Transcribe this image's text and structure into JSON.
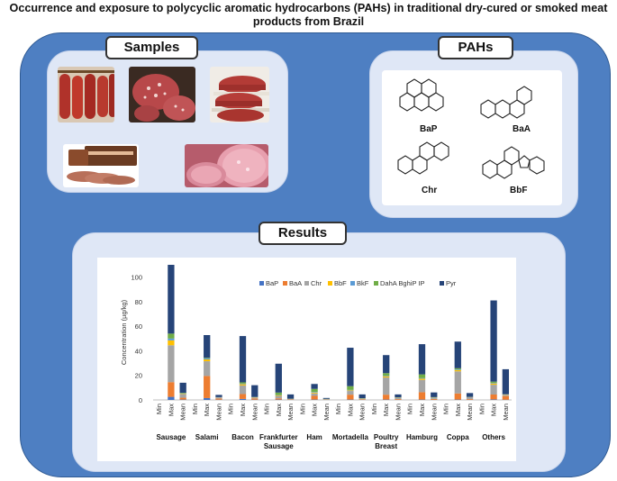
{
  "title": "Occurrence and exposure to polycyclic aromatic hydrocarbons (PAHs) in traditional dry-cured or smoked meat products from Brazil",
  "samples_label": "Samples",
  "pahs_label": "PAHs",
  "results_label": "Results",
  "pahs": [
    "BaP",
    "BaA",
    "Chr",
    "BbF"
  ],
  "colors": {
    "outer": "#4e7fc2",
    "panel": "#dfe7f6"
  },
  "chart_data": {
    "type": "bar",
    "stacked": true,
    "ylabel": "Concentration (µg/kg)",
    "ylim": [
      0,
      110
    ],
    "yticks": [
      0,
      20,
      40,
      60,
      80,
      100
    ],
    "legend_position": "top-right",
    "groups": [
      "Sausage",
      "Salami",
      "Bacon",
      "Frankfurter Sausage",
      "Ham",
      "Mortadella",
      "Poultry Breast",
      "Hamburg",
      "Coppa",
      "Others"
    ],
    "subcategories": [
      "Min",
      "Max",
      "Mean"
    ],
    "series": [
      {
        "name": "BaP",
        "color": "#4472c4",
        "values": [
          [
            0,
            2.5,
            0.3
          ],
          [
            0,
            1.5,
            0.2
          ],
          [
            0,
            0.8,
            0.2
          ],
          [
            0,
            0.3,
            0.1
          ],
          [
            0,
            0.3,
            0.1
          ],
          [
            0,
            0.3,
            0.1
          ],
          [
            0,
            0.3,
            0.1
          ],
          [
            0,
            0.3,
            0.1
          ],
          [
            0,
            0.3,
            0.1
          ],
          [
            0,
            0.4,
            0.2
          ]
        ]
      },
      {
        "name": "BaA",
        "color": "#ed7d31",
        "values": [
          [
            0,
            12,
            1.5
          ],
          [
            0,
            18,
            1
          ],
          [
            0,
            4,
            1
          ],
          [
            0,
            1,
            0.3
          ],
          [
            0,
            3,
            0.2
          ],
          [
            0,
            4,
            0.5
          ],
          [
            0,
            4,
            0.6
          ],
          [
            0,
            6,
            0.7
          ],
          [
            0,
            5,
            0.6
          ],
          [
            0,
            4,
            3
          ]
        ]
      },
      {
        "name": "Chr",
        "color": "#a5a5a5",
        "values": [
          [
            0,
            30,
            3
          ],
          [
            0,
            12,
            0.8
          ],
          [
            0,
            7,
            0.8
          ],
          [
            0,
            2,
            0.3
          ],
          [
            0,
            2,
            0.2
          ],
          [
            0,
            3,
            0.4
          ],
          [
            0,
            14,
            1
          ],
          [
            0,
            10,
            1
          ],
          [
            0,
            18,
            1.5
          ],
          [
            0,
            8,
            1
          ]
        ]
      },
      {
        "name": "BbF",
        "color": "#ffc000",
        "values": [
          [
            0,
            4,
            0.3
          ],
          [
            0,
            1.5,
            0.1
          ],
          [
            0,
            1,
            0.2
          ],
          [
            0,
            0.5,
            0.1
          ],
          [
            0,
            0.7,
            0.1
          ],
          [
            0,
            0.5,
            0.1
          ],
          [
            0,
            1,
            0.1
          ],
          [
            0,
            1,
            0.1
          ],
          [
            0,
            1,
            0.1
          ],
          [
            0,
            1,
            0.2
          ]
        ]
      },
      {
        "name": "BkF",
        "color": "#5b9bd5",
        "values": [
          [
            0,
            1.5,
            0.2
          ],
          [
            0,
            0.8,
            0.1
          ],
          [
            0,
            0.5,
            0.1
          ],
          [
            0,
            0.2,
            0.1
          ],
          [
            0,
            0.5,
            0.1
          ],
          [
            0,
            0.4,
            0.1
          ],
          [
            0,
            0.5,
            0.1
          ],
          [
            0,
            0.5,
            0.1
          ],
          [
            0,
            0.5,
            0.1
          ],
          [
            0,
            0.5,
            0.1
          ]
        ]
      },
      {
        "name": "DahA BghiP IP",
        "color": "#70ad47",
        "values": [
          [
            0,
            4,
            0.5
          ],
          [
            0,
            0.5,
            0.1
          ],
          [
            0,
            1,
            0.1
          ],
          [
            0,
            2,
            0.1
          ],
          [
            0,
            2.5,
            0.2
          ],
          [
            0,
            3,
            0.2
          ],
          [
            0,
            2,
            0.2
          ],
          [
            0,
            3,
            0.3
          ],
          [
            0,
            1,
            0.1
          ],
          [
            0,
            1,
            0.1
          ]
        ]
      },
      {
        "name": "Pyr",
        "color": "#264478",
        "values": [
          [
            0,
            56,
            8.2
          ],
          [
            0,
            18.5,
            1.8
          ],
          [
            0,
            37.7,
            9.6
          ],
          [
            0,
            23.5,
            3.5
          ],
          [
            0,
            4,
            0.7
          ],
          [
            0,
            31.3,
            3.1
          ],
          [
            0,
            14.7,
            2.4
          ],
          [
            0,
            24.6,
            3.8
          ],
          [
            0,
            21.7,
            3.1
          ],
          [
            0,
            66.1,
            20.4
          ]
        ]
      }
    ]
  }
}
